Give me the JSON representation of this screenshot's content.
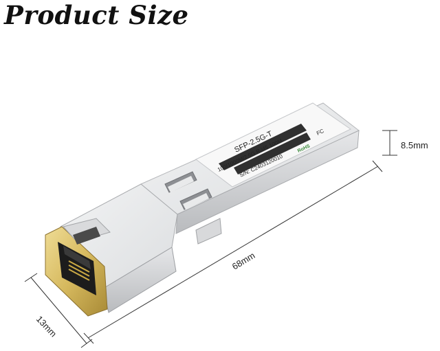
{
  "title": "Product Size",
  "label": {
    "model": "SFP-2.5G-T",
    "spec": "100/1000M/2.5G RJ45 100M",
    "serial": "S/N: C2403120010",
    "rohs": "RoHS",
    "fcc": "FC"
  },
  "dimensions": {
    "length": "68mm",
    "width": "13mm",
    "height": "8.5mm"
  },
  "colors": {
    "housing": "#e4e5e7",
    "housing_shadow": "#c6c8cb",
    "gold": "#d9bf6a",
    "label_bg": "#f7f7f7",
    "rohs_green": "#3a8a3a"
  }
}
